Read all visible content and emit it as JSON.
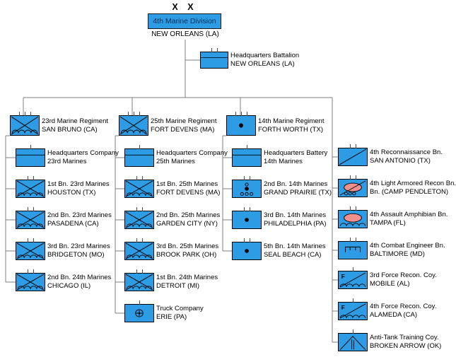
{
  "division": {
    "echelon_marks": "X X",
    "name": "4th Marine Division",
    "location": "NEW ORLEANS (LA)"
  },
  "hq_battalion": {
    "name": "Headquarters Battalion",
    "location": "NEW ORLEANS (LA)",
    "symbol": "headquarters",
    "echelon": "battalion"
  },
  "columns": [
    {
      "header": {
        "name": "23rd Marine Regiment",
        "location": "SAN BRUNO (CA)",
        "symbol": "marine-infantry",
        "echelon": "regiment"
      },
      "units": [
        {
          "name": "Headquarters Company",
          "location": "23rd Marines",
          "symbol": "headquarters",
          "echelon": "company"
        },
        {
          "name": "1st Bn. 23rd Marines",
          "location": "HOUSTON (TX)",
          "symbol": "marine-infantry",
          "echelon": "battalion"
        },
        {
          "name": "2nd Bn. 23rd Marines",
          "location": "PASADENA (CA)",
          "symbol": "marine-infantry",
          "echelon": "battalion"
        },
        {
          "name": "3rd Bn. 23rd Marines",
          "location": "BRIDGETON (MO)",
          "symbol": "marine-infantry",
          "echelon": "battalion"
        },
        {
          "name": "2nd Bn. 24th Marines",
          "location": "CHICAGO (IL)",
          "symbol": "marine-infantry",
          "echelon": "battalion"
        }
      ]
    },
    {
      "header": {
        "name": "25th Marine Regiment",
        "location": "FORT DEVENS (MA)",
        "symbol": "marine-infantry",
        "echelon": "regiment"
      },
      "units": [
        {
          "name": "Headquarters Company",
          "location": "25th Marines",
          "symbol": "headquarters",
          "echelon": "company"
        },
        {
          "name": "1st Bn. 25th Marines",
          "location": "FORT DEVENS (MA)",
          "symbol": "marine-infantry",
          "echelon": "battalion"
        },
        {
          "name": "2nd Bn. 25th Marines",
          "location": "GARDEN CITY (NY)",
          "symbol": "marine-infantry",
          "echelon": "battalion"
        },
        {
          "name": "3rd Bn. 25th Marines",
          "location": "BROOK PARK (OH)",
          "symbol": "marine-infantry",
          "echelon": "battalion"
        },
        {
          "name": "1st Bn. 24th Marines",
          "location": "DETROIT (MI)",
          "symbol": "marine-infantry",
          "echelon": "battalion"
        },
        {
          "name": "Truck Company",
          "location": "ERIE (PA)",
          "symbol": "truck",
          "echelon": "company"
        }
      ]
    },
    {
      "header": {
        "name": "14th Marine Regiment",
        "location": "FORTH WORTH (TX)",
        "symbol": "artillery",
        "echelon": "regiment"
      },
      "units": [
        {
          "name": "Headquarters Battery",
          "location": "14th Marines",
          "symbol": "headquarters",
          "echelon": "company"
        },
        {
          "name": "2nd Bn. 14th Marines",
          "location": "GRAND PRAIRIE (TX)",
          "symbol": "towed-artillery",
          "echelon": "battalion"
        },
        {
          "name": "3rd Bn. 14th Marines",
          "location": "PHILADELPHIA (PA)",
          "symbol": "artillery",
          "echelon": "battalion"
        },
        {
          "name": "5th Bn. 14th Marines",
          "location": "SEAL BEACH (CA)",
          "symbol": "artillery",
          "echelon": "battalion"
        }
      ]
    },
    {
      "units": [
        {
          "name": "4th Reconnaissance Bn.",
          "location": "SAN ANTONIO (TX)",
          "symbol": "reconnaissance",
          "echelon": "battalion"
        },
        {
          "name": "4th Light Armored Recon Bn.",
          "location": "Bn. (CAMP PENDLETON)",
          "symbol": "light-armored-recon",
          "echelon": "battalion"
        },
        {
          "name": "4th Assault Amphibian Bn.",
          "location": "TAMPA (FL)",
          "symbol": "assault-amphibian",
          "echelon": "battalion"
        },
        {
          "name": "4th Combat Engineer Bn.",
          "location": "BALTIMORE (MD)",
          "symbol": "combat-engineer",
          "echelon": "battalion"
        },
        {
          "name": "3rd Force Recon. Coy.",
          "location": "MOBILE (AL)",
          "symbol": "force-recon",
          "echelon": "company"
        },
        {
          "name": "4th Force Recon. Coy.",
          "location": "ALAMEDA (CA)",
          "symbol": "force-recon",
          "echelon": "company"
        },
        {
          "name": "Anti-Tank Training Coy.",
          "location": "BROKEN ARROW (OK)",
          "symbol": "anti-tank",
          "echelon": "company"
        }
      ]
    }
  ],
  "colors": {
    "unit_fill": "#2d9ce4",
    "armor_ellipse_fill": "#f0908e",
    "connector": "#7f7f7f",
    "division_text": "#0a2f55"
  }
}
